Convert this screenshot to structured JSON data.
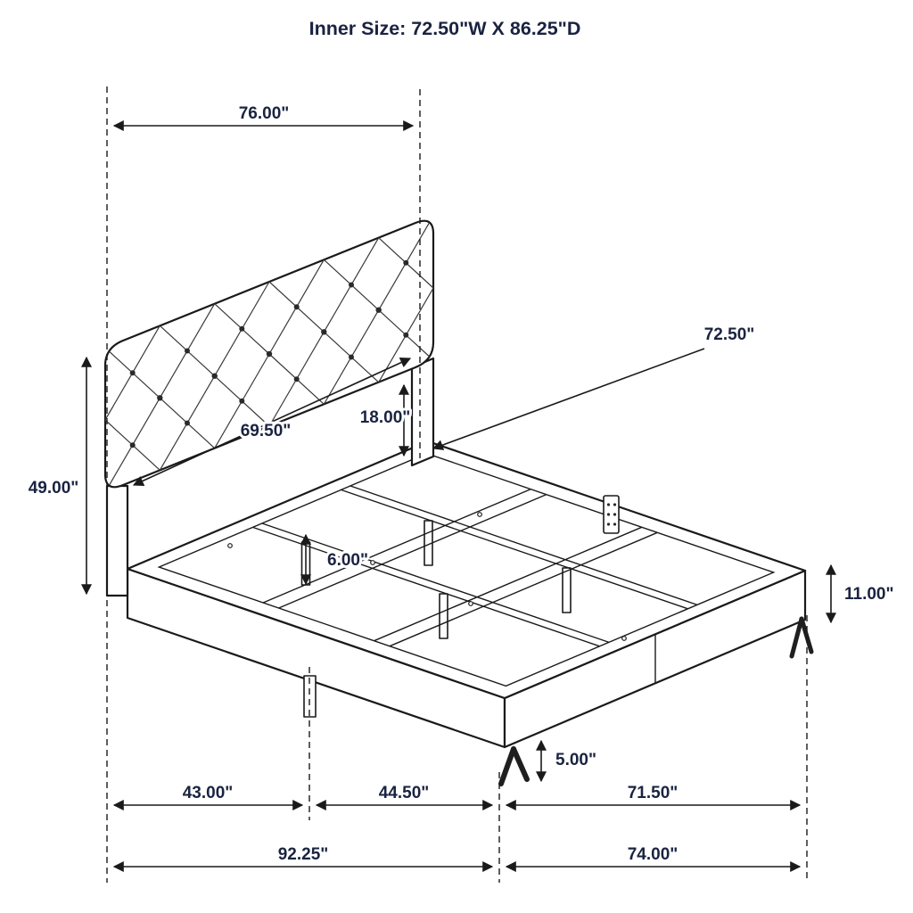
{
  "title": "Inner Size: 72.50\"W X 86.25\"D",
  "dimensions": {
    "headboard_width": "76.00\"",
    "headboard_height": "49.00\"",
    "headboard_panel_width": "69.50\"",
    "headboard_clearance": "18.00\"",
    "inner_width": "72.50\"",
    "slat_leg_height": "6.00\"",
    "rail_height": "11.00\"",
    "front_leg_height": "5.00\"",
    "segment_left": "43.00\"",
    "segment_middle": "44.50\"",
    "segment_right": "71.50\"",
    "overall_depth": "92.25\"",
    "overall_width": "74.00\""
  },
  "colors": {
    "line": "#1a1a1a",
    "label_text": "#1a2340",
    "background": "#ffffff"
  }
}
